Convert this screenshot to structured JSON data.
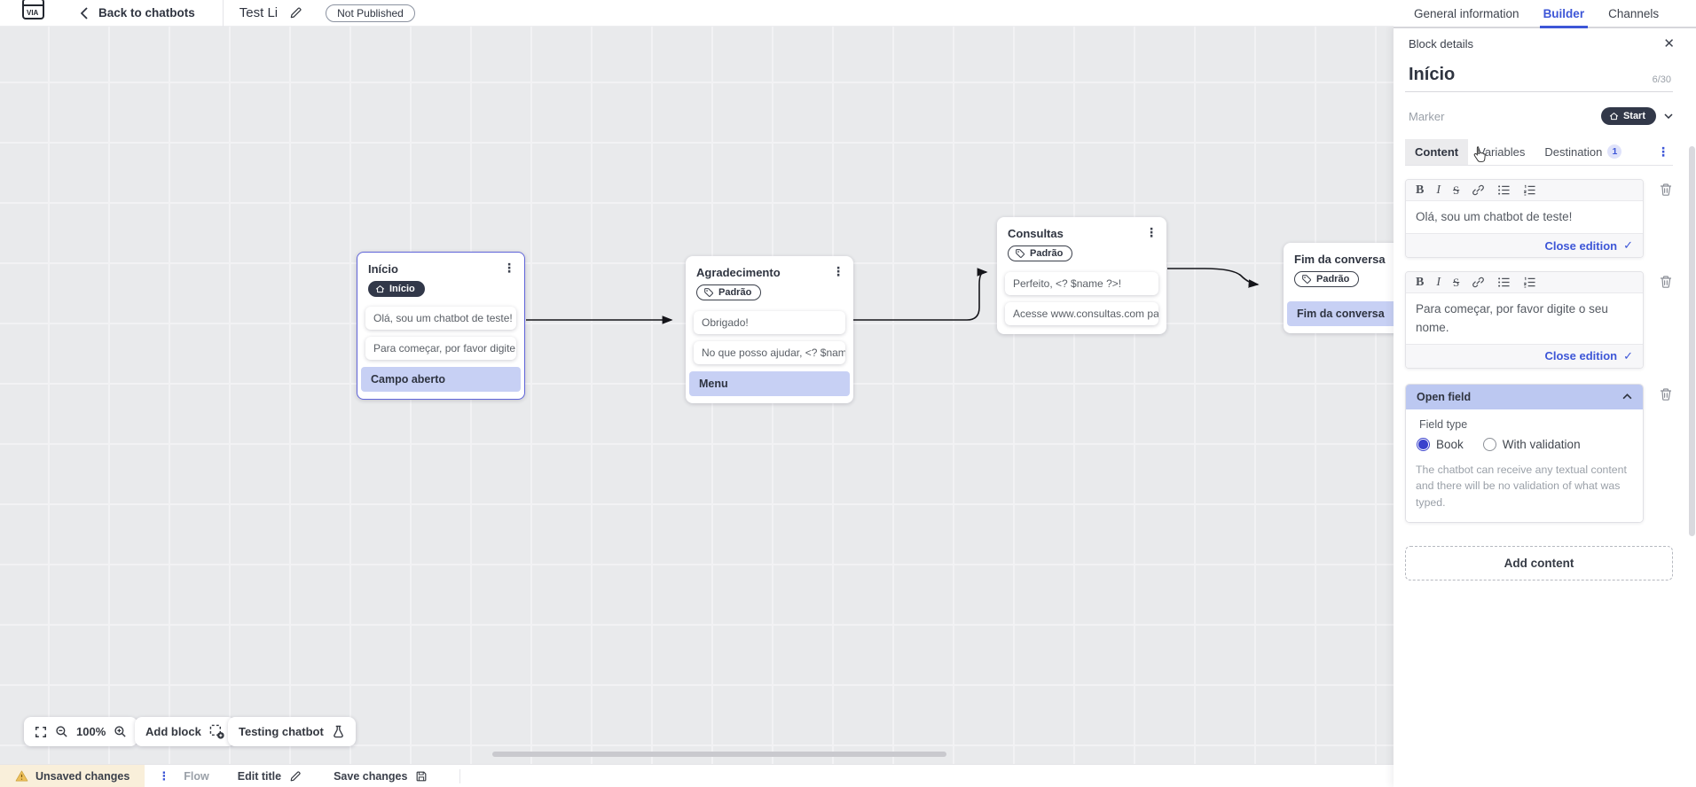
{
  "header": {
    "back_label": "Back to chatbots",
    "title": "Test Li",
    "status_badge": "Not Published",
    "nav_tabs": [
      {
        "label": "General information",
        "active": false
      },
      {
        "label": "Builder",
        "active": true
      },
      {
        "label": "Channels",
        "active": false
      }
    ]
  },
  "canvas": {
    "zoom_level": "100%",
    "add_block_label": "Add block",
    "testing_label": "Testing chatbot",
    "blocks": [
      {
        "title": "Início",
        "marker": "Início",
        "marker_type": "start",
        "selected": true,
        "rows": [
          {
            "text": "Olá, sou um chatbot de teste!",
            "type": "card"
          },
          {
            "text": "Para começar, por favor digite o ...",
            "type": "card"
          },
          {
            "text": "Campo aberto",
            "type": "highlight"
          }
        ]
      },
      {
        "title": "Agradecimento",
        "marker": "Padrão",
        "marker_type": "default",
        "rows": [
          {
            "text": "Obrigado!",
            "type": "card"
          },
          {
            "text": "No que posso ajudar, <? $name ...",
            "type": "card"
          },
          {
            "text": "Menu",
            "type": "highlight"
          }
        ]
      },
      {
        "title": "Consultas",
        "marker": "Padrão",
        "marker_type": "default",
        "rows": [
          {
            "text": "Perfeito, <? $name ?>!",
            "type": "card"
          },
          {
            "text": "Acesse www.consultas.com par...",
            "type": "card"
          }
        ]
      },
      {
        "title": "Fim da conversa",
        "marker": "Padrão",
        "marker_type": "default",
        "rows": [
          {
            "text": "Fim da conversa",
            "type": "highlight"
          }
        ]
      }
    ]
  },
  "panel": {
    "header": "Block details",
    "block_name": "Início",
    "name_counter": "6/30",
    "marker_label": "Marker",
    "marker_value": "Start",
    "tabs": [
      {
        "label": "Content",
        "active": true
      },
      {
        "label": "Variables",
        "active": false
      },
      {
        "label": "Destination",
        "active": false,
        "badge": "1"
      }
    ],
    "editors": [
      {
        "text": "Olá, sou um chatbot de teste!",
        "close_label": "Close edition"
      },
      {
        "text": "Para começar, por favor digite o seu nome.",
        "close_label": "Close edition"
      }
    ],
    "open_field": {
      "title": "Open field",
      "field_type_label": "Field type",
      "options": [
        {
          "label": "Book",
          "selected": true
        },
        {
          "label": "With validation",
          "selected": false
        }
      ],
      "description": "The chatbot can receive any textual content and there will be no validation of what was typed."
    },
    "add_content_label": "Add content"
  },
  "statusbar": {
    "unsaved_label": "Unsaved changes",
    "flow_label": "Flow",
    "edit_title_label": "Edit title",
    "save_label": "Save changes"
  },
  "icons": {
    "bold": "B",
    "italic": "I",
    "strike": "S",
    "kebab": "⋮",
    "close": "✕",
    "check": "✓"
  },
  "colors": {
    "accent_blue": "#3d56d7",
    "highlight_row": "#c7d0f4",
    "open_field_header": "#bcc8f1",
    "dark_pill": "#323849",
    "warning_bg": "#f9efda",
    "canvas_bg": "#e9eaec"
  }
}
